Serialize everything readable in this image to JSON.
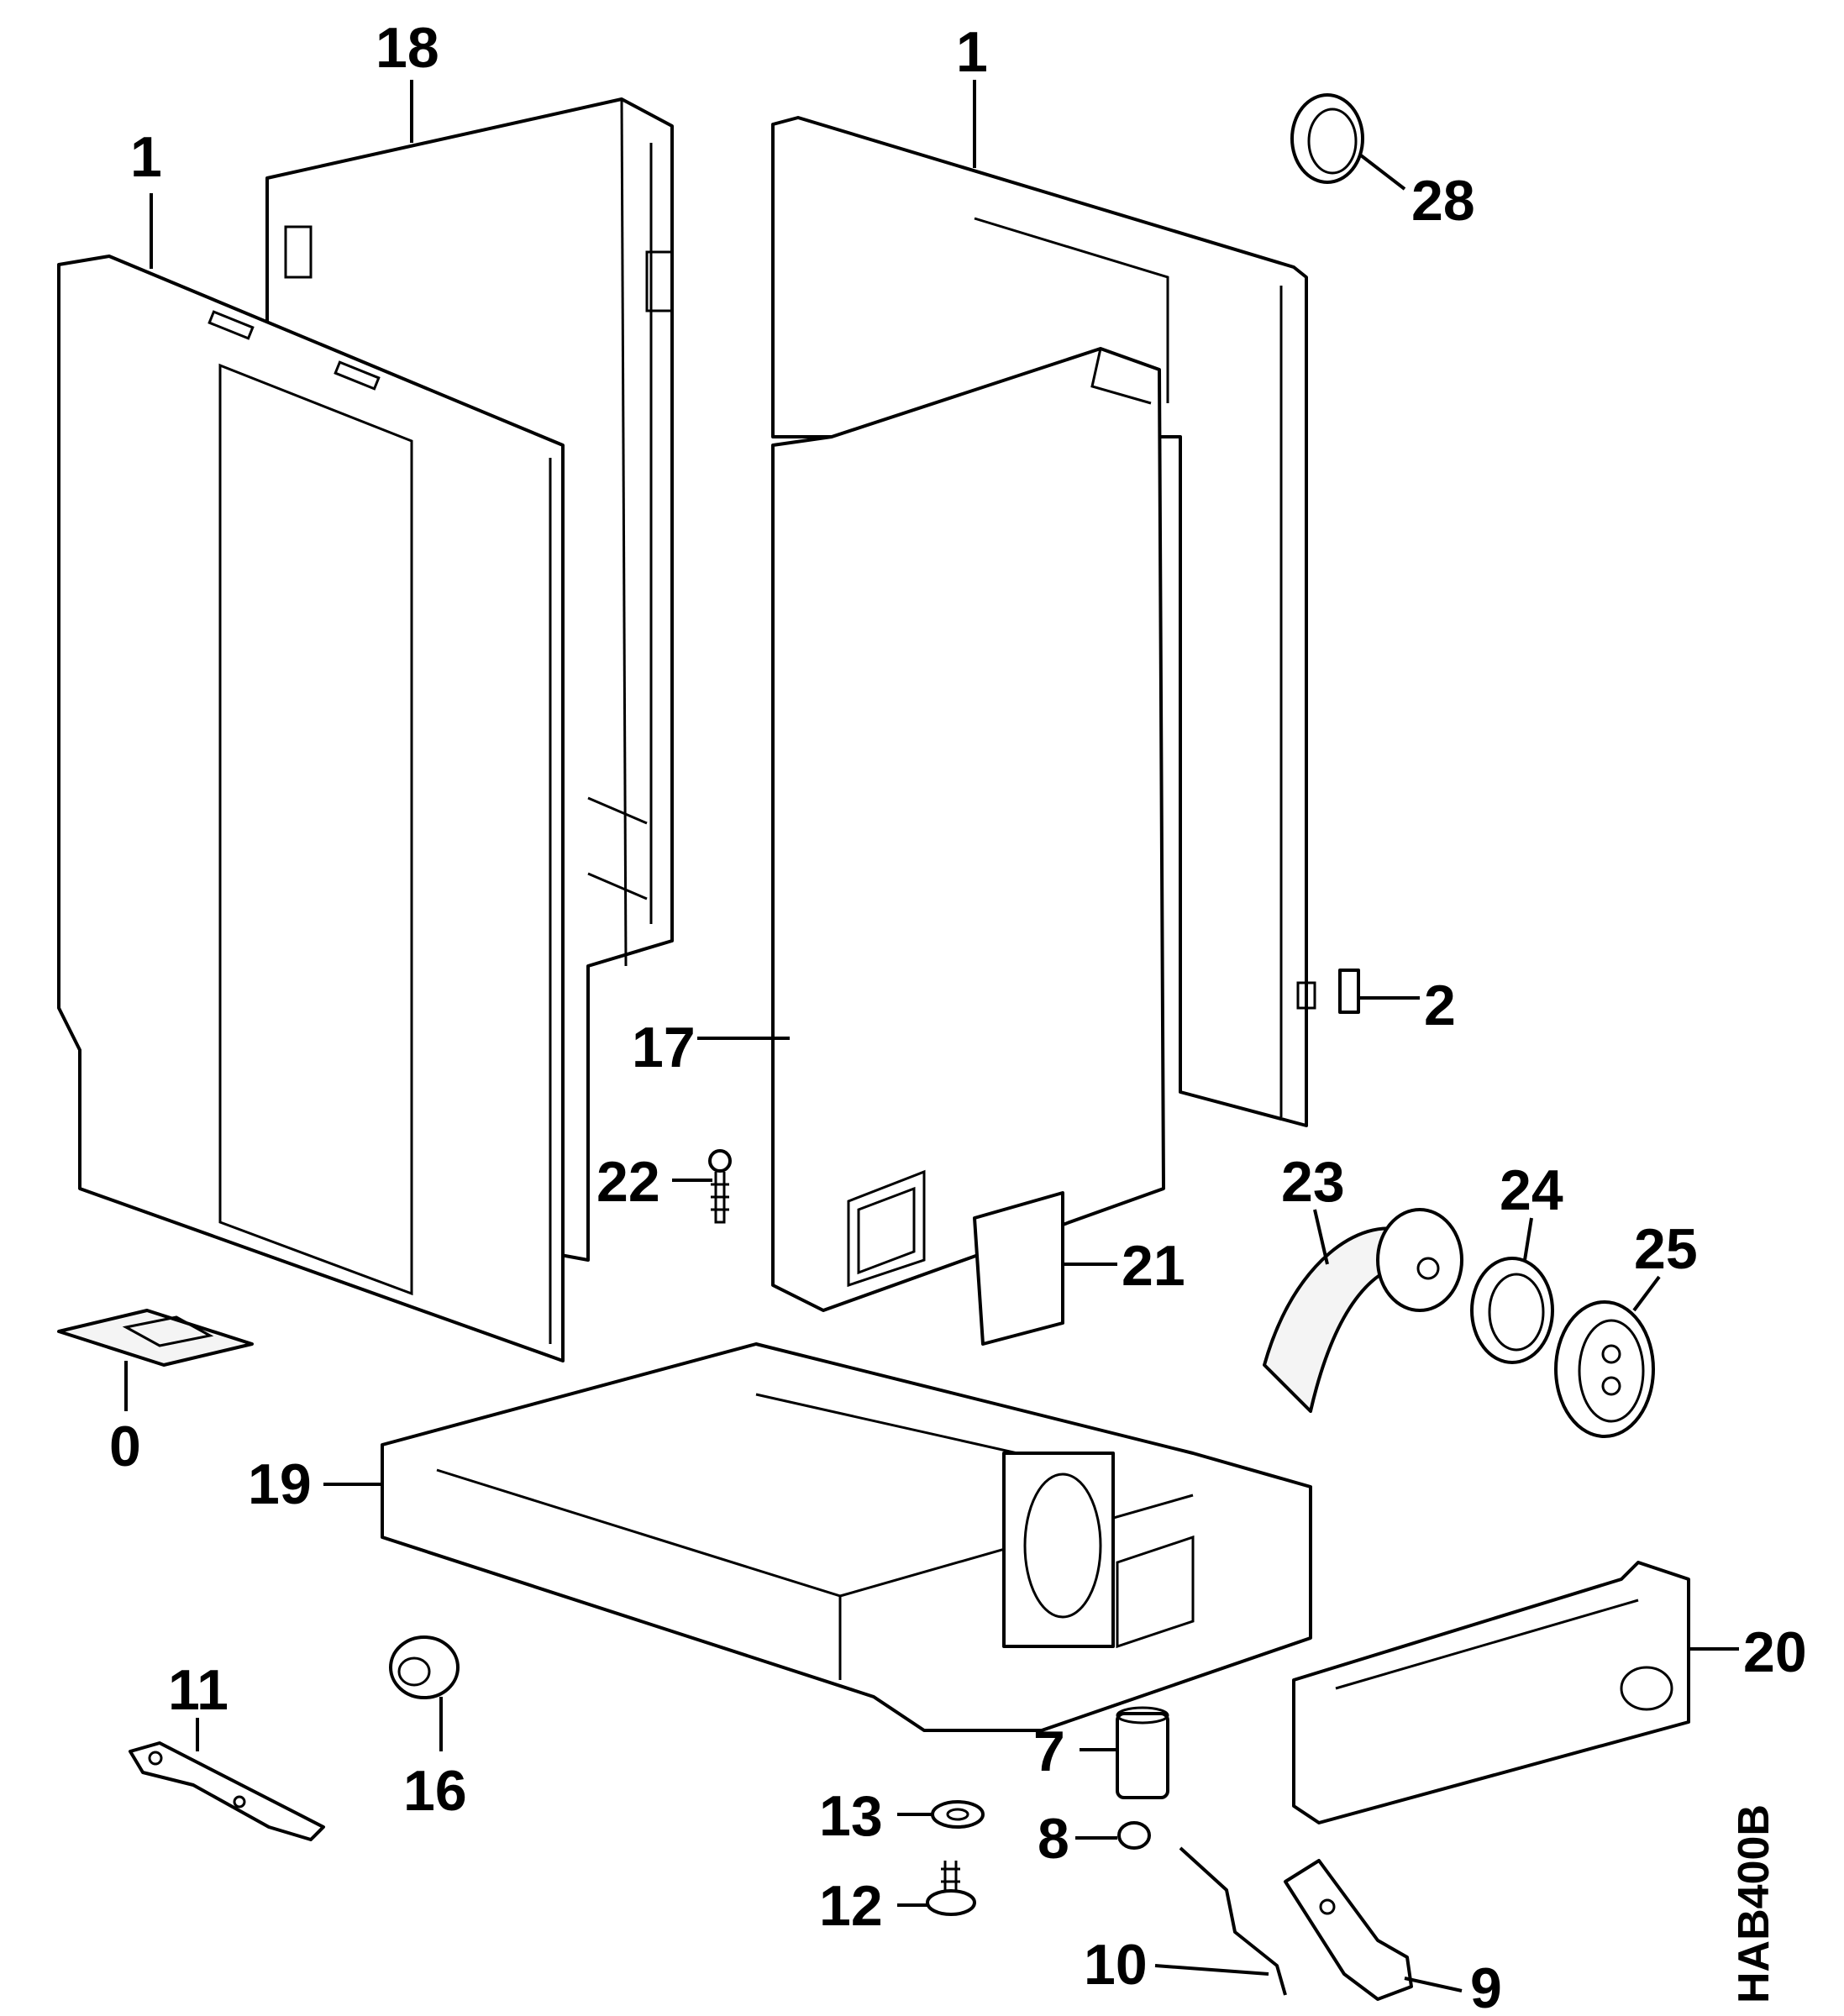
{
  "callouts": {
    "c0": "0",
    "c1_left": "1",
    "c1_right": "1",
    "c2": "2",
    "c7": "7",
    "c8": "8",
    "c9": "9",
    "c10": "10",
    "c11": "11",
    "c12": "12",
    "c13": "13",
    "c16": "16",
    "c17": "17",
    "c18": "18",
    "c19": "19",
    "c20": "20",
    "c21": "21",
    "c22": "22",
    "c23": "23",
    "c24": "24",
    "c25": "25",
    "c28": "28"
  },
  "drawing_code": "HAB400B",
  "colors": {
    "line": "#000000",
    "background": "#ffffff"
  }
}
